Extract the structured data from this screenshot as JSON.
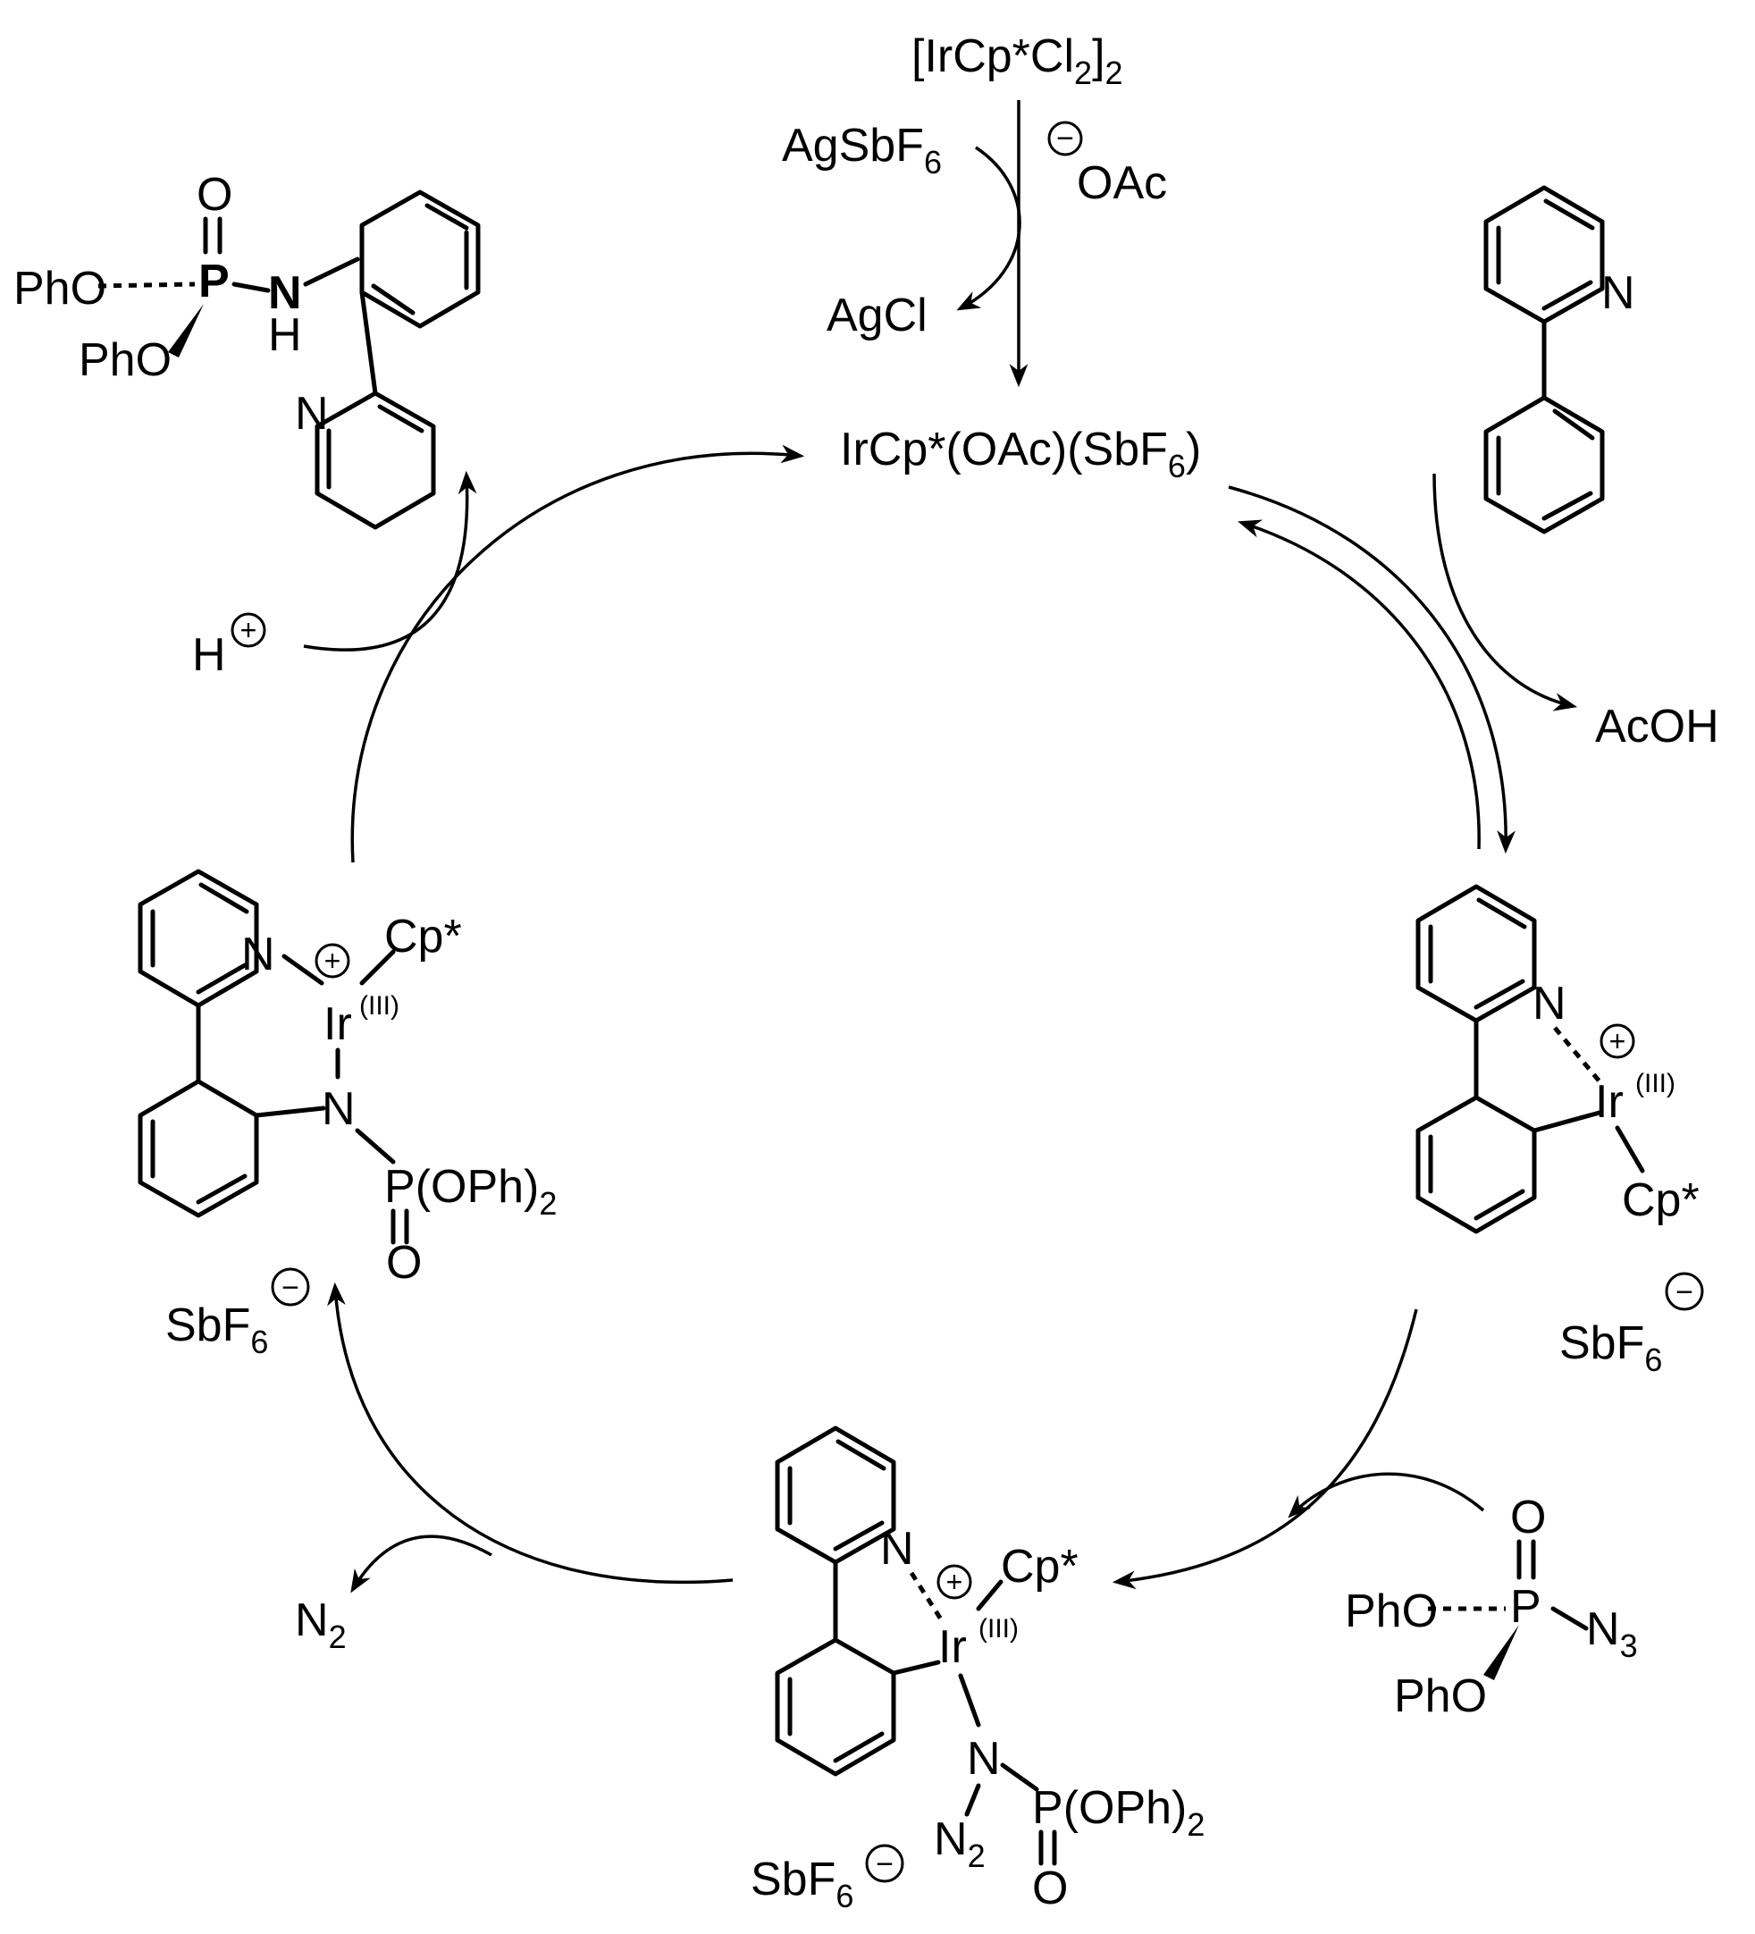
{
  "colors": {
    "ink": "#000000",
    "background": "#ffffff"
  },
  "top": {
    "precursor": "[IrCp*Cl",
    "precursor_sub1": "2",
    "precursor_close": "]",
    "precursor_sub2": "2",
    "silver_salt": "AgSbF",
    "silver_salt_sub": "6",
    "acetate_sign": "−",
    "acetate": "OAc",
    "silver_chloride": "AgCl"
  },
  "catalyst": {
    "label": "IrCp*(OAc)(SbF",
    "sub": "6",
    "close": ")"
  },
  "substrate_label": "N",
  "byproduct_acoh": "AcOH",
  "intermediate_right": {
    "n": "N",
    "ir": "Ir",
    "ox": "(III)",
    "cp": "Cp*",
    "plus": "+",
    "counterion": "SbF",
    "counterion_sub": "6",
    "minus": "−"
  },
  "azide": {
    "o": "O",
    "p": "P",
    "pho1": "PhO",
    "pho2": "PhO",
    "n3": "N",
    "n3_sub": "3"
  },
  "intermediate_bottom": {
    "n": "N",
    "ir": "Ir",
    "ox": "(III)",
    "cp": "Cp*",
    "plus": "+",
    "n_amide": "N",
    "n2": "N",
    "n2_sub": "2",
    "p": "P",
    "oph2": "(OPh)",
    "oph2_sub": "2",
    "o": "O",
    "counterion": "SbF",
    "counterion_sub": "6",
    "minus": "−"
  },
  "nitrogen_loss": {
    "label": "N",
    "sub": "2"
  },
  "intermediate_left": {
    "n": "N",
    "ir": "Ir",
    "ox": "(III)",
    "cp": "Cp*",
    "plus": "+",
    "n_amide": "N",
    "p": "P",
    "oph2": "(OPh)",
    "oph2_sub": "2",
    "o": "O",
    "counterion": "SbF",
    "counterion_sub": "6",
    "minus": "−"
  },
  "proton": {
    "label": "H",
    "plus": "+"
  },
  "product": {
    "o": "O",
    "p": "P",
    "n": "N",
    "h": "H",
    "pho1": "PhO",
    "pho2": "PhO",
    "py_n": "N"
  }
}
